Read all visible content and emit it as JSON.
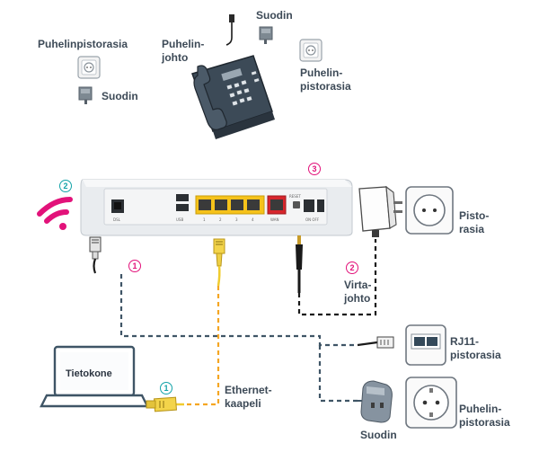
{
  "labels": {
    "puhelinpistorasia_top": "Puhelinpistorasia",
    "suodin_left": "Suodin",
    "suodin_top": "Suodin",
    "puhelinjohto": "Puhelin-\njohto",
    "puhelinpistorasia_right_top": "Puhelin-\npistorasia",
    "pistorasia": "Pisto-\nrasia",
    "virtajohto": "Virta-\njohto",
    "rj11": "RJ11-\npistorasia",
    "tietokone": "Tietokone",
    "ethernet": "Ethernet-\nkaapeli",
    "suodin_bottom": "Suodin",
    "puhelinpistorasia_bottom": "Puhelin-\npistorasia"
  },
  "markers": {
    "m1_dsl": "1",
    "m1_ethernet": "1",
    "m2_wifi": "2",
    "m2_power": "2",
    "m3_router": "3"
  },
  "router_ports": {
    "dsl": "DSL",
    "usb": "USB",
    "lan1": "1",
    "lan2": "2",
    "lan3": "3",
    "lan4": "4",
    "wan": "WAN",
    "reset": "RESET",
    "onoff": "ON OFF"
  },
  "colors": {
    "magenta": "#e2127a",
    "teal": "#13a3a8",
    "ethernet_cable": "#f5a623",
    "phone_cable": "#3f5566",
    "power_cable": "#1a1a1a"
  }
}
